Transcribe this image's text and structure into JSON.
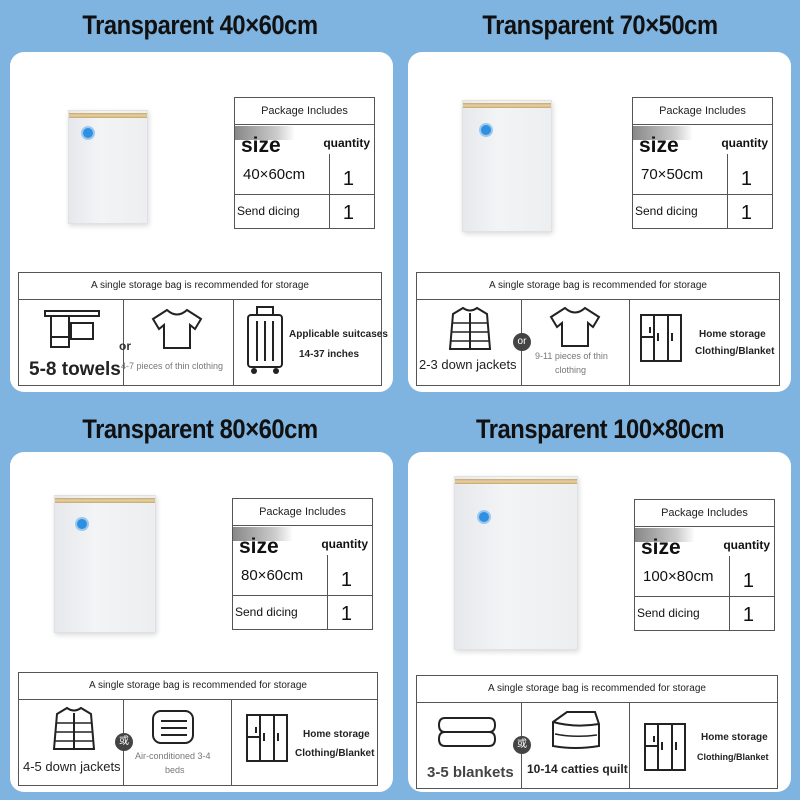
{
  "panels": [
    {
      "title": "Transparent 40×60cm",
      "package": {
        "header": "Package Includes",
        "size_label": "size",
        "qty_label": "quantity",
        "dims": "40×60cm",
        "qty1": "1",
        "extra": "Send dicing",
        "qty2": "1"
      },
      "recommend": "A single storage bag is recommended for storage",
      "items": [
        {
          "icon": "towel-icon",
          "text": "5-8 towels"
        },
        {
          "icon": "or",
          "text": "or"
        },
        {
          "icon": "tshirt-icon",
          "text": "4-7 pieces of thin clothing"
        },
        {
          "icon": "suitcase-icon",
          "text": "Applicable suitcases",
          "text2": "14-37 inches"
        }
      ]
    },
    {
      "title": "Transparent 70×50cm",
      "package": {
        "header": "Package Includes",
        "size_label": "size",
        "qty_label": "quantity",
        "dims": "70×50cm",
        "qty1": "1",
        "extra": "Send dicing",
        "qty2": "1"
      },
      "recommend": "A single storage bag is recommended for storage",
      "items": [
        {
          "icon": "jacket-icon",
          "text": "2-3 down jackets"
        },
        {
          "icon": "or",
          "text": "or"
        },
        {
          "icon": "tshirt-icon",
          "text": "9-11 pieces of thin",
          "text2": "clothing"
        },
        {
          "icon": "wardrobe-icon",
          "text": "Home storage",
          "text2": "Clothing/Blanket"
        }
      ]
    },
    {
      "title": "Transparent 80×60cm",
      "package": {
        "header": "Package Includes",
        "size_label": "size",
        "qty_label": "quantity",
        "dims": "80×60cm",
        "qty1": "1",
        "extra": "Send dicing",
        "qty2": "1"
      },
      "recommend": "A single storage bag is recommended for storage",
      "items": [
        {
          "icon": "jacket-icon",
          "text": "4-5 down jackets"
        },
        {
          "icon": "or",
          "text": "或"
        },
        {
          "icon": "blanket-icon",
          "text": "Air-conditioned 3-4",
          "text2": "beds"
        },
        {
          "icon": "wardrobe-icon",
          "text": "Home storage",
          "text2": "Clothing/Blanket"
        }
      ]
    },
    {
      "title": "Transparent 100×80cm",
      "package": {
        "header": "Package Includes",
        "size_label": "size",
        "qty_label": "quantity",
        "dims": "100×80cm",
        "qty1": "1",
        "extra": "Send dicing",
        "qty2": "1"
      },
      "recommend": "A single storage bag is recommended for storage",
      "items": [
        {
          "icon": "blanket-icon",
          "text": "3-5 blankets"
        },
        {
          "icon": "or",
          "text": "或"
        },
        {
          "icon": "quilt-icon",
          "text": "10-14 catties quilt"
        },
        {
          "icon": "wardrobe-icon",
          "text": "Home storage",
          "text2": "Clothing/Blanket"
        }
      ]
    }
  ]
}
